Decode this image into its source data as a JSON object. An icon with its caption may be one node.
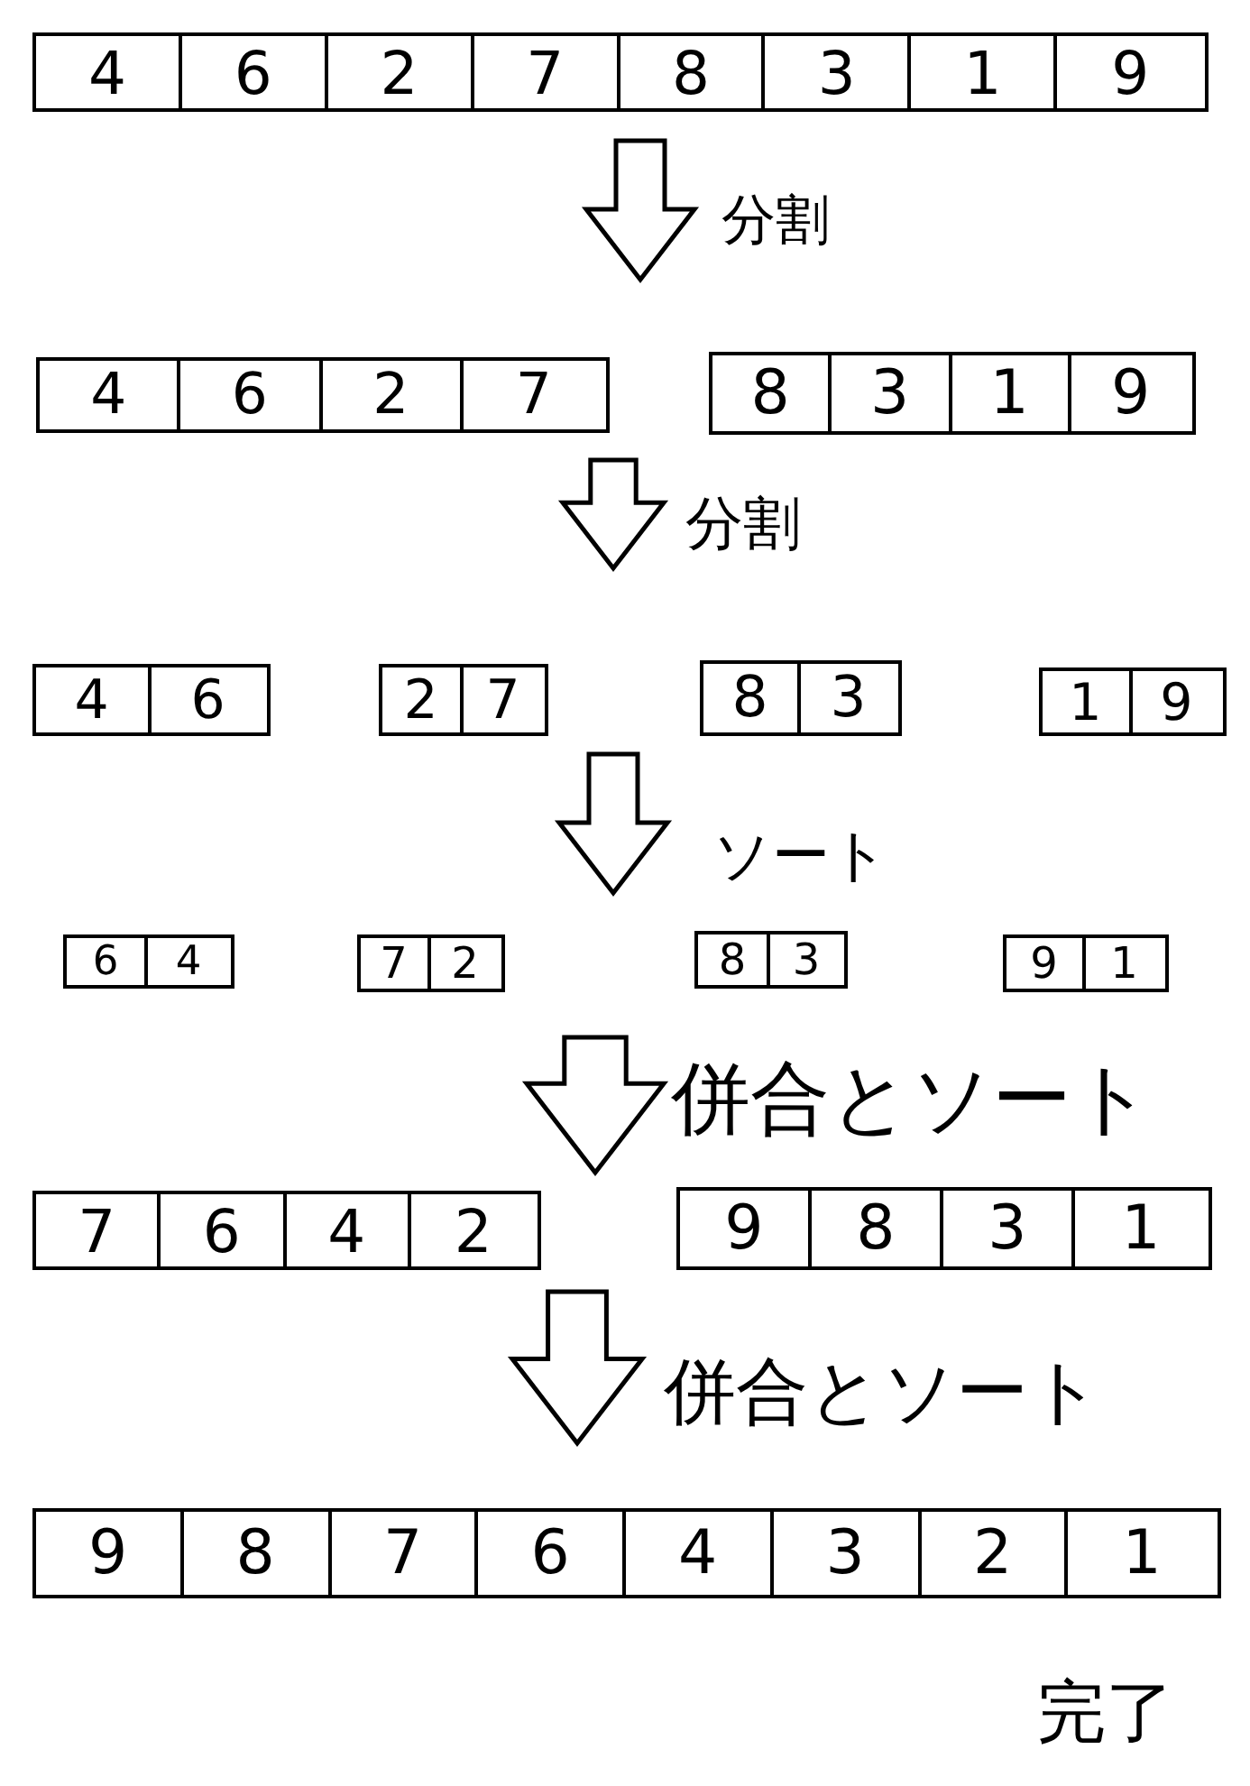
{
  "diagram": {
    "nodes": [
      {
        "text": [],
        "shape": "box"
      },
      {
        "text": [
          "4"
        ],
        "in": 0
      },
      {
        "text": [
          "6"
        ],
        "in": 0
      },
      {
        "text": [
          "2"
        ],
        "in": 0
      },
      {
        "text": [
          "7"
        ],
        "in": 0
      },
      {
        "text": [
          "8"
        ],
        "in": 0
      },
      {
        "text": [
          "3"
        ],
        "in": 0
      },
      {
        "text": [
          "1"
        ],
        "in": 0
      },
      {
        "text": [
          "9"
        ],
        "in": 0
      },
      {
        "text": [],
        "shape": "box"
      },
      {
        "text": [
          "4"
        ],
        "in": 9
      },
      {
        "text": [
          "6"
        ],
        "in": 9
      },
      {
        "text": [
          "2"
        ],
        "in": 9
      },
      {
        "text": [
          "7"
        ],
        "in": 9
      },
      {
        "text": [],
        "shape": "box"
      },
      {
        "text": [
          "8"
        ],
        "in": 14
      },
      {
        "text": [
          "3"
        ],
        "in": 14
      },
      {
        "text": [
          "1"
        ],
        "in": 14
      },
      {
        "text": [
          "9"
        ],
        "in": 14
      },
      {
        "text": [],
        "shape": "box"
      },
      {
        "text": [
          "4"
        ],
        "in": 19
      },
      {
        "text": [
          "6"
        ],
        "in": 19
      },
      {
        "text": [],
        "shape": "box"
      },
      {
        "text": [
          "2"
        ],
        "in": 22
      },
      {
        "text": [
          "7"
        ],
        "in": 22
      },
      {
        "text": [],
        "shape": "box"
      },
      {
        "text": [
          "8"
        ],
        "in": 25
      },
      {
        "text": [
          "3"
        ],
        "in": 25
      },
      {
        "text": [],
        "shape": "box"
      },
      {
        "text": [
          "1"
        ],
        "in": 28
      },
      {
        "text": [
          "9"
        ],
        "in": 28
      },
      {
        "text": [],
        "shape": "box"
      },
      {
        "text": [
          "6"
        ],
        "in": 31
      },
      {
        "text": [
          "4"
        ],
        "in": 31
      },
      {
        "text": [],
        "shape": "box"
      },
      {
        "text": [
          "7"
        ],
        "in": 34
      },
      {
        "text": [
          "2"
        ],
        "in": 34
      },
      {
        "text": [],
        "shape": "box"
      },
      {
        "text": [
          "8"
        ],
        "in": 37
      },
      {
        "text": [
          "3"
        ],
        "in": 37
      },
      {
        "text": [],
        "shape": "box"
      },
      {
        "text": [
          "9"
        ],
        "in": 40
      },
      {
        "text": [
          "1"
        ],
        "in": 40
      },
      {
        "text": [],
        "shape": "box"
      },
      {
        "text": [
          "7"
        ],
        "in": 43
      },
      {
        "text": [
          "6"
        ],
        "in": 43
      },
      {
        "text": [
          "4"
        ],
        "in": 43
      },
      {
        "text": [
          "2"
        ],
        "in": 43
      },
      {
        "text": [],
        "shape": "box"
      },
      {
        "text": [
          "9"
        ],
        "in": 48
      },
      {
        "text": [
          "8"
        ],
        "in": 48
      },
      {
        "text": [
          "3"
        ],
        "in": 48
      },
      {
        "text": [
          "1"
        ],
        "in": 48
      },
      {
        "text": [],
        "shape": "box"
      },
      {
        "text": [
          "9"
        ],
        "in": 53
      },
      {
        "text": [
          "8"
        ],
        "in": 53
      },
      {
        "text": [
          "7"
        ],
        "in": 53
      },
      {
        "text": [
          "6"
        ],
        "in": 53
      },
      {
        "text": [
          "4"
        ],
        "in": 53
      },
      {
        "text": [
          "3"
        ],
        "in": 53
      },
      {
        "text": [
          "2"
        ],
        "in": 53
      },
      {
        "text": [
          "1"
        ],
        "in": 53
      }
    ],
    "labels": [
      "分割",
      "分割",
      "ソート",
      "併合とソート",
      "併合とソート",
      "完了"
    ]
  }
}
